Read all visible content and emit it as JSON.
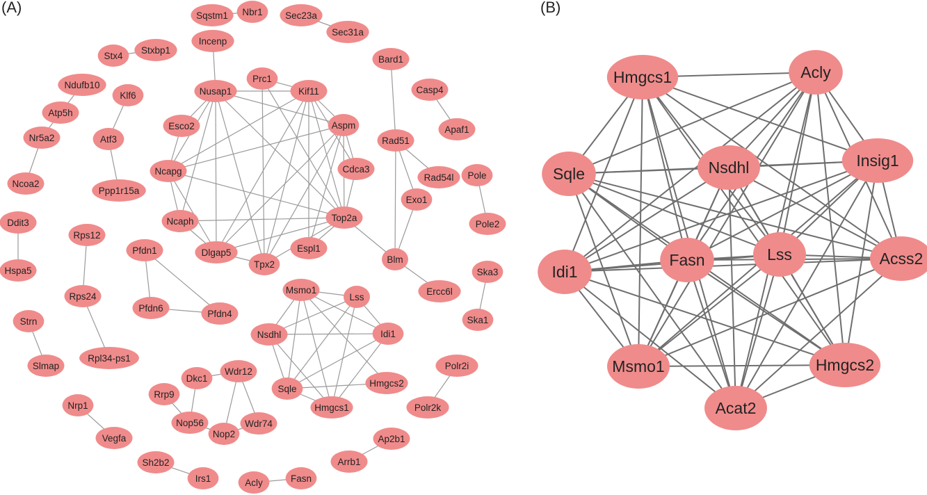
{
  "panels": {
    "a_label": "(A)",
    "b_label": "(B)"
  },
  "colors": {
    "node_fill": "#F08B8B",
    "edge_a": "#9a9a9a",
    "edge_b": "#6e6e6e",
    "text": "#222222"
  },
  "network_a": {
    "nodes": [
      "Sqstm1",
      "Nbr1",
      "Sec23a",
      "Sec31a",
      "Stxbp1",
      "Stx4",
      "Incenp",
      "Bard1",
      "Ndufb10",
      "Klf6",
      "Prc1",
      "Nusap1",
      "Kif11",
      "Casp4",
      "Atp5h",
      "Esco2",
      "Aspm",
      "Apaf1",
      "Nr5a2",
      "Atf3",
      "Rad51",
      "Ncapg",
      "Cdca3",
      "Pole",
      "Rad54l",
      "Ncoa2",
      "Ppp1r15a",
      "Exo1",
      "Top2a",
      "Ddit3",
      "Ncaph",
      "Pole2",
      "Rps12",
      "Pfdn1",
      "Dlgap5",
      "Espl1",
      "Tpx2",
      "Blm",
      "Hspa5",
      "Ska3",
      "Rps24",
      "Msmo1",
      "Lss",
      "Ercc6l",
      "Pfdn6",
      "Pfdn4",
      "Ska1",
      "Strn",
      "Nsdhl",
      "Idi1",
      "Rpl34-ps1",
      "Slmap",
      "Polr2i",
      "Dkc1",
      "Wdr12",
      "Hmgcs2",
      "Sqle",
      "Rrp9",
      "Hmgcs1",
      "Polr2k",
      "Nop56",
      "Nop2",
      "Wdr74",
      "Nrp1",
      "Vegfa",
      "Ap2b1",
      "Arrb1",
      "Sh2b2",
      "Irs1",
      "Acly",
      "Fasn"
    ],
    "edges": [
      [
        "Sqstm1",
        "Nbr1"
      ],
      [
        "Sec23a",
        "Sec31a"
      ],
      [
        "Stxbp1",
        "Stx4"
      ],
      [
        "Incenp",
        "Nusap1"
      ],
      [
        "Ndufb10",
        "Atp5h"
      ],
      [
        "Atp5h",
        "Nr5a2"
      ],
      [
        "Nr5a2",
        "Ncoa2"
      ],
      [
        "Klf6",
        "Atf3"
      ],
      [
        "Atf3",
        "Ppp1r15a"
      ],
      [
        "Bard1",
        "Rad51"
      ],
      [
        "Casp4",
        "Apaf1"
      ],
      [
        "Pole",
        "Pole2"
      ],
      [
        "Ddit3",
        "Hspa5"
      ],
      [
        "Rps12",
        "Rps24"
      ],
      [
        "Rps24",
        "Rpl34-ps1"
      ],
      [
        "Strn",
        "Slmap"
      ],
      [
        "Pfdn1",
        "Pfdn6"
      ],
      [
        "Pfdn1",
        "Pfdn4"
      ],
      [
        "Pfdn6",
        "Pfdn4"
      ],
      [
        "Ska3",
        "Ska1"
      ],
      [
        "Polr2i",
        "Polr2k"
      ],
      [
        "Nrp1",
        "Vegfa"
      ],
      [
        "Ap2b1",
        "Arrb1"
      ],
      [
        "Sh2b2",
        "Irs1"
      ],
      [
        "Acly",
        "Fasn"
      ],
      [
        "Rad51",
        "Rad54l"
      ],
      [
        "Rad51",
        "Exo1"
      ],
      [
        "Rad51",
        "Blm"
      ],
      [
        "Exo1",
        "Blm"
      ],
      [
        "Top2a",
        "Blm"
      ],
      [
        "Blm",
        "Ercc6l"
      ],
      [
        "Nusap1",
        "Kif11"
      ],
      [
        "Nusap1",
        "Esco2"
      ],
      [
        "Nusap1",
        "Ncapg"
      ],
      [
        "Nusap1",
        "Ncaph"
      ],
      [
        "Nusap1",
        "Dlgap5"
      ],
      [
        "Nusap1",
        "Tpx2"
      ],
      [
        "Nusap1",
        "Top2a"
      ],
      [
        "Nusap1",
        "Aspm"
      ],
      [
        "Prc1",
        "Kif11"
      ],
      [
        "Prc1",
        "Top2a"
      ],
      [
        "Prc1",
        "Tpx2"
      ],
      [
        "Kif11",
        "Aspm"
      ],
      [
        "Kif11",
        "Ncapg"
      ],
      [
        "Kif11",
        "Top2a"
      ],
      [
        "Kif11",
        "Dlgap5"
      ],
      [
        "Kif11",
        "Tpx2"
      ],
      [
        "Kif11",
        "Cdca3"
      ],
      [
        "Kif11",
        "Espl1"
      ],
      [
        "Aspm",
        "Ncapg"
      ],
      [
        "Aspm",
        "Top2a"
      ],
      [
        "Aspm",
        "Cdca3"
      ],
      [
        "Aspm",
        "Dlgap5"
      ],
      [
        "Aspm",
        "Tpx2"
      ],
      [
        "Aspm",
        "Espl1"
      ],
      [
        "Esco2",
        "Ncapg"
      ],
      [
        "Ncapg",
        "Ncaph"
      ],
      [
        "Ncapg",
        "Top2a"
      ],
      [
        "Ncapg",
        "Dlgap5"
      ],
      [
        "Ncaph",
        "Dlgap5"
      ],
      [
        "Dlgap5",
        "Tpx2"
      ],
      [
        "Dlgap5",
        "Top2a"
      ],
      [
        "Tpx2",
        "Top2a"
      ],
      [
        "Espl1",
        "Top2a"
      ],
      [
        "Cdca3",
        "Top2a"
      ],
      [
        "Ncaph",
        "Top2a"
      ],
      [
        "Msmo1",
        "Lss"
      ],
      [
        "Msmo1",
        "Nsdhl"
      ],
      [
        "Msmo1",
        "Idi1"
      ],
      [
        "Msmo1",
        "Sqle"
      ],
      [
        "Msmo1",
        "Hmgcs1"
      ],
      [
        "Msmo1",
        "Hmgcs2"
      ],
      [
        "Lss",
        "Nsdhl"
      ],
      [
        "Lss",
        "Idi1"
      ],
      [
        "Lss",
        "Sqle"
      ],
      [
        "Lss",
        "Hmgcs1"
      ],
      [
        "Nsdhl",
        "Idi1"
      ],
      [
        "Nsdhl",
        "Sqle"
      ],
      [
        "Nsdhl",
        "Hmgcs1"
      ],
      [
        "Idi1",
        "Sqle"
      ],
      [
        "Idi1",
        "Hmgcs1"
      ],
      [
        "Sqle",
        "Hmgcs1"
      ],
      [
        "Sqle",
        "Hmgcs2"
      ],
      [
        "Dkc1",
        "Wdr12"
      ],
      [
        "Dkc1",
        "Nop56"
      ],
      [
        "Rrp9",
        "Nop56"
      ],
      [
        "Wdr12",
        "Nop2"
      ],
      [
        "Wdr12",
        "Wdr74"
      ],
      [
        "Nop56",
        "Nop2"
      ],
      [
        "Nop2",
        "Wdr74"
      ]
    ]
  },
  "network_b": {
    "nodes": [
      "Hmgcs1",
      "Acly",
      "Sqle",
      "Nsdhl",
      "Insig1",
      "Idi1",
      "Fasn",
      "Lss",
      "Acss2",
      "Msmo1",
      "Hmgcs2",
      "Acat2"
    ],
    "missing_edges": [
      [
        "Hmgcs1",
        "Nsdhl"
      ],
      [
        "Sqle",
        "Idi1"
      ],
      [
        "Acss2",
        "Hmgcs2"
      ],
      [
        "Msmo1",
        "Acat2"
      ]
    ]
  }
}
